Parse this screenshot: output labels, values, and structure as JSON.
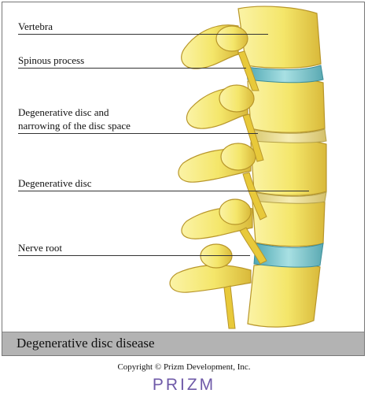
{
  "labels": {
    "vertebra": "Vertebra",
    "spinous_process": "Spinous process",
    "degenerative_narrowing_line1": "Degenerative disc and",
    "degenerative_narrowing_line2": "narrowing of the disc space",
    "degenerative_disc": "Degenerative disc",
    "nerve_root": "Nerve root"
  },
  "caption": "Degenerative disc disease",
  "copyright": "Copyright © Prizm Development, Inc.",
  "logo": "PRIZM",
  "colors": {
    "bone": "#f4e66a",
    "bone_shadow": "#d9b93a",
    "bone_outline": "#b8962a",
    "healthy_disc": "#8ed0d6",
    "degenerated_disc": "#f2e6a0",
    "nerve": "#e8c93a",
    "caption_bar": "#b3b3b3",
    "logo": "#6f5aa8"
  }
}
